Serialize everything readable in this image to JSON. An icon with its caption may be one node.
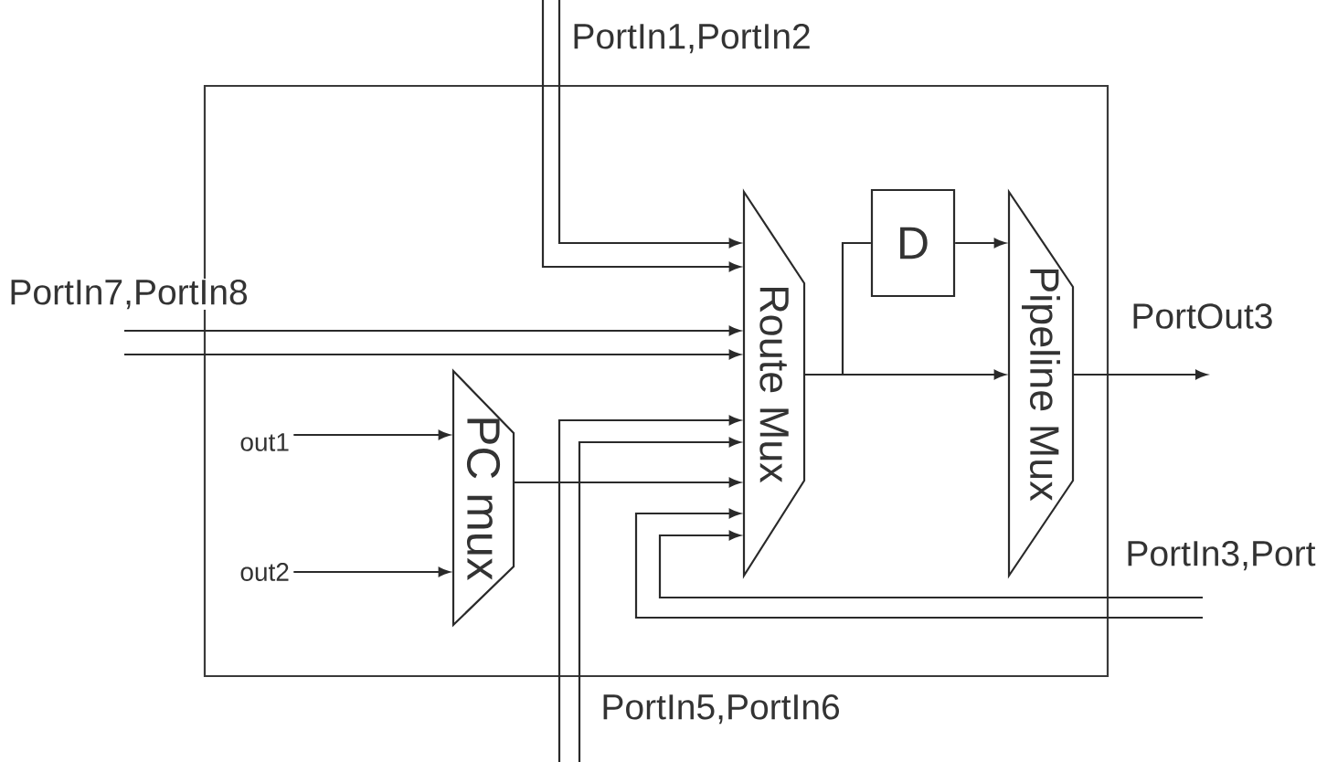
{
  "diagram": {
    "nodes": [
      {
        "text": [],
        "shape": "box"
      },
      {
        "text": [
          "Route Mux"
        ],
        "in": 0
      },
      {
        "text": [
          "D"
        ],
        "in": 0
      },
      {
        "text": [
          "Pipeline Mux"
        ],
        "in": 0
      },
      {
        "text": [
          "out1"
        ],
        "in": 0
      },
      {
        "text": [
          "out2"
        ],
        "in": 0
      },
      {
        "text": [
          "PC mux"
        ],
        "in": 0
      }
    ],
    "edges": [
      {
        "from": null,
        "to": 1,
        "arrow": "to"
      },
      {
        "from": null,
        "to": 1,
        "arrow": "to"
      },
      {
        "from": null,
        "to": 1,
        "arrow": "to"
      },
      {
        "from": null,
        "to": 1,
        "arrow": "to"
      },
      {
        "from": null,
        "to": 1,
        "arrow": "to"
      },
      {
        "from": null,
        "to": 1,
        "arrow": "to"
      },
      {
        "from": 6,
        "to": 1,
        "arrow": "to"
      },
      {
        "from": null,
        "to": 1,
        "arrow": "to"
      },
      {
        "from": null,
        "to": 1,
        "arrow": "to"
      },
      {
        "from": 4,
        "to": 6,
        "arrow": "to"
      },
      {
        "from": 5,
        "to": 6,
        "arrow": "to"
      },
      {
        "from": 1,
        "to": 2,
        "arrow": "none"
      },
      {
        "from": 1,
        "to": 3,
        "arrow": "to"
      },
      {
        "from": 2,
        "to": 3,
        "arrow": "to"
      },
      {
        "from": 3,
        "to": null,
        "arrow": "to"
      }
    ],
    "labels": [
      "PortIn1,PortIn2",
      "PortIn7,PortIn8",
      "PortOut3",
      "PortIn3,Port",
      "PortIn5,PortIn6"
    ]
  }
}
